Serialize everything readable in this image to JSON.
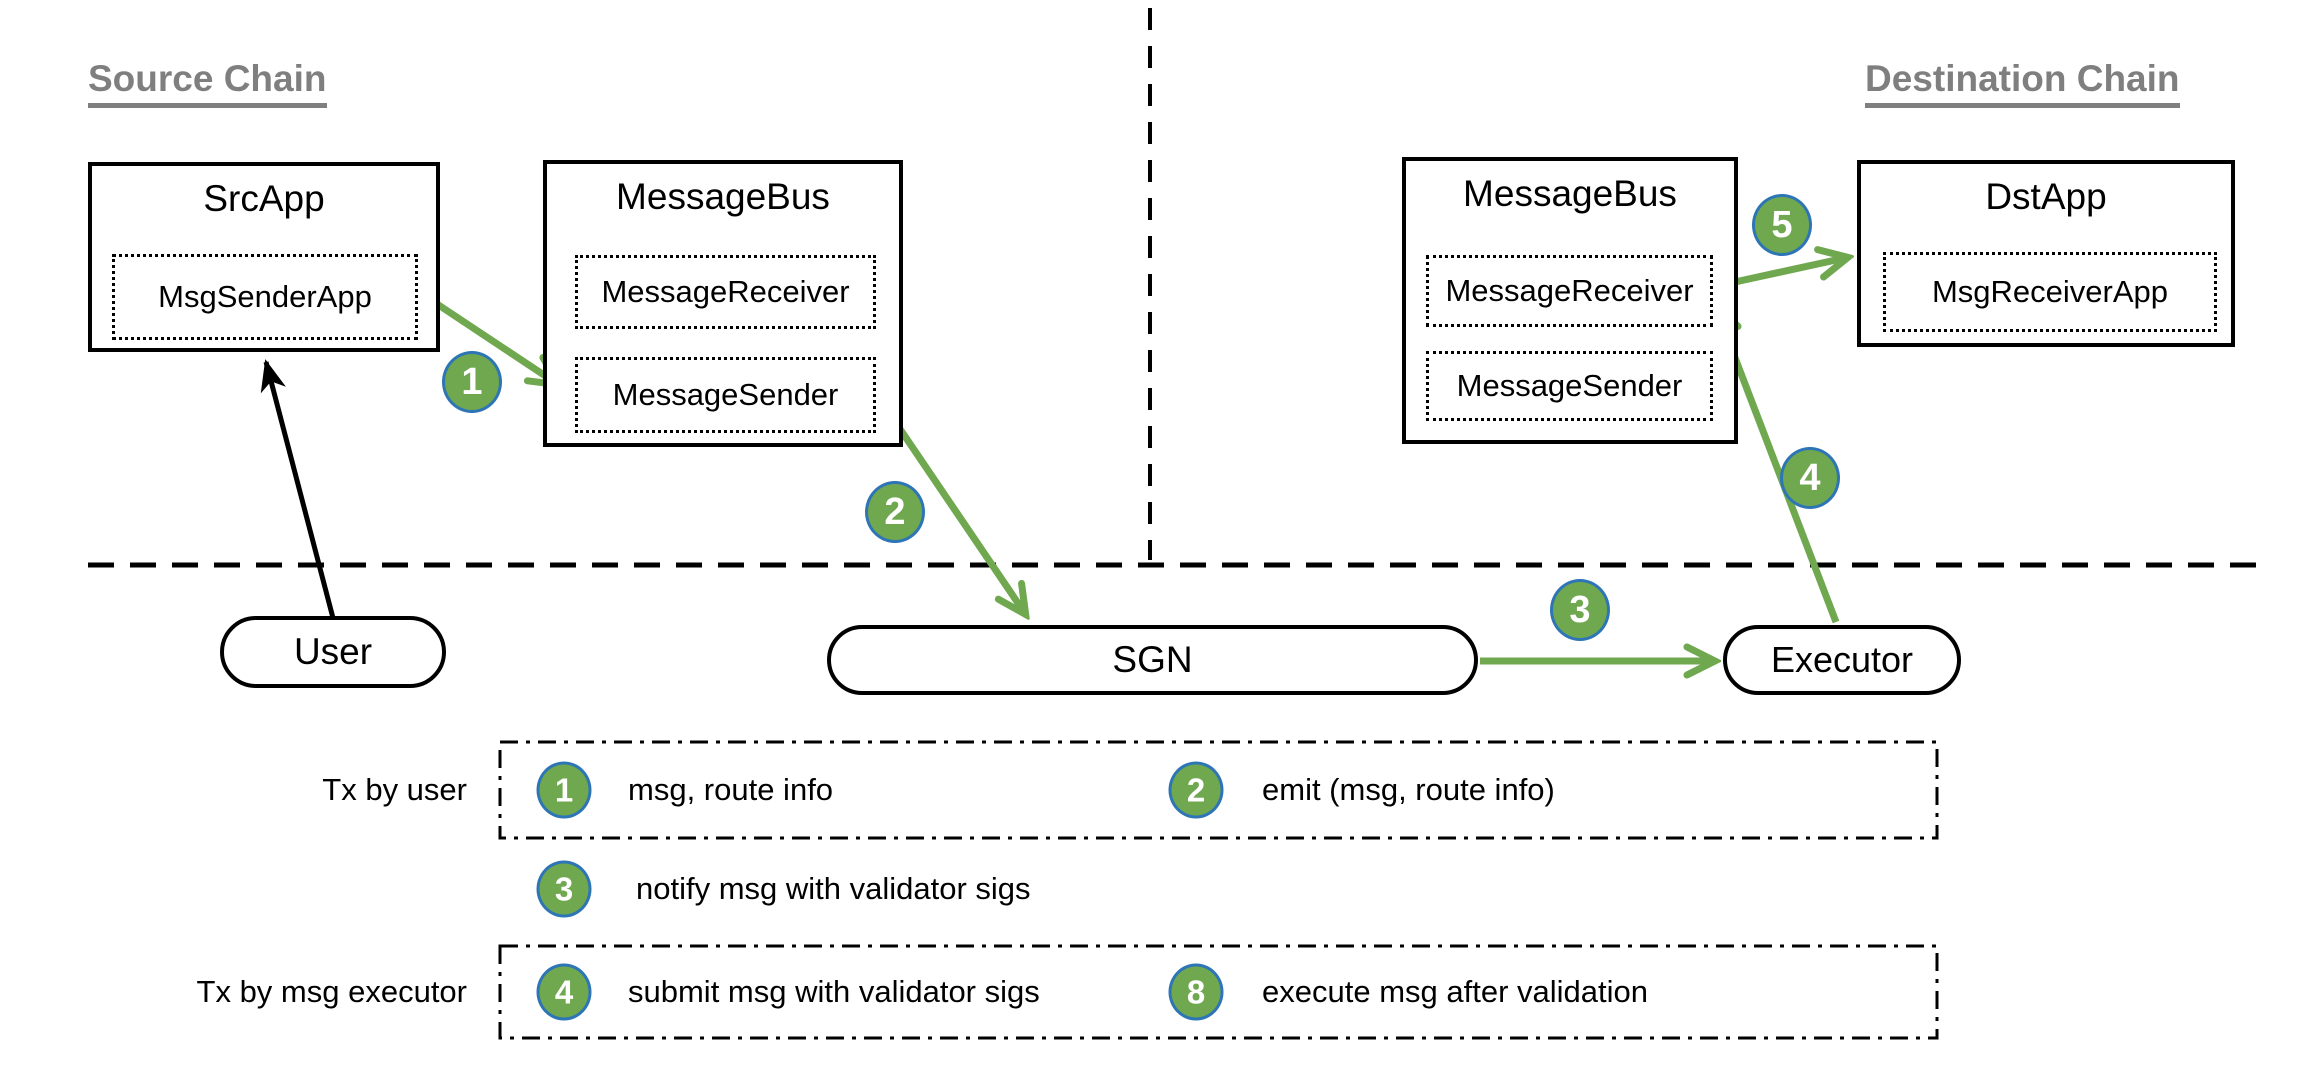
{
  "headings": {
    "source_chain": "Source Chain",
    "destination_chain": "Destination Chain"
  },
  "boxes": {
    "src_app": {
      "title": "SrcApp",
      "inner": "MsgSenderApp"
    },
    "message_bus_left": {
      "title": "MessageBus",
      "receiver": "MessageReceiver",
      "sender": "MessageSender"
    },
    "message_bus_right": {
      "title": "MessageBus",
      "receiver": "MessageReceiver",
      "sender": "MessageSender"
    },
    "dst_app": {
      "title": "DstApp",
      "inner": "MsgReceiverApp"
    }
  },
  "actors": {
    "user": "User",
    "sgn": "SGN",
    "executor": "Executor"
  },
  "step_badges": {
    "s1": "1",
    "s2": "2",
    "s3": "3",
    "s4": "4",
    "s5": "5"
  },
  "legend": {
    "row1_label": "Tx by user",
    "row2_label": "Tx by msg executor",
    "items": [
      {
        "num": "1",
        "text": "msg, route info"
      },
      {
        "num": "2",
        "text": "emit (msg, route info)"
      },
      {
        "num": "3",
        "text": "notify msg with validator sigs"
      },
      {
        "num": "4",
        "text": "submit msg with validator sigs"
      },
      {
        "num": "8",
        "text": "execute msg after validation"
      }
    ]
  },
  "colors": {
    "arrow_green": "#6fa84f",
    "badge_green": "#6fa84f",
    "badge_ring_blue": "#2e75b6",
    "heading_gray": "#7f7f7f"
  }
}
